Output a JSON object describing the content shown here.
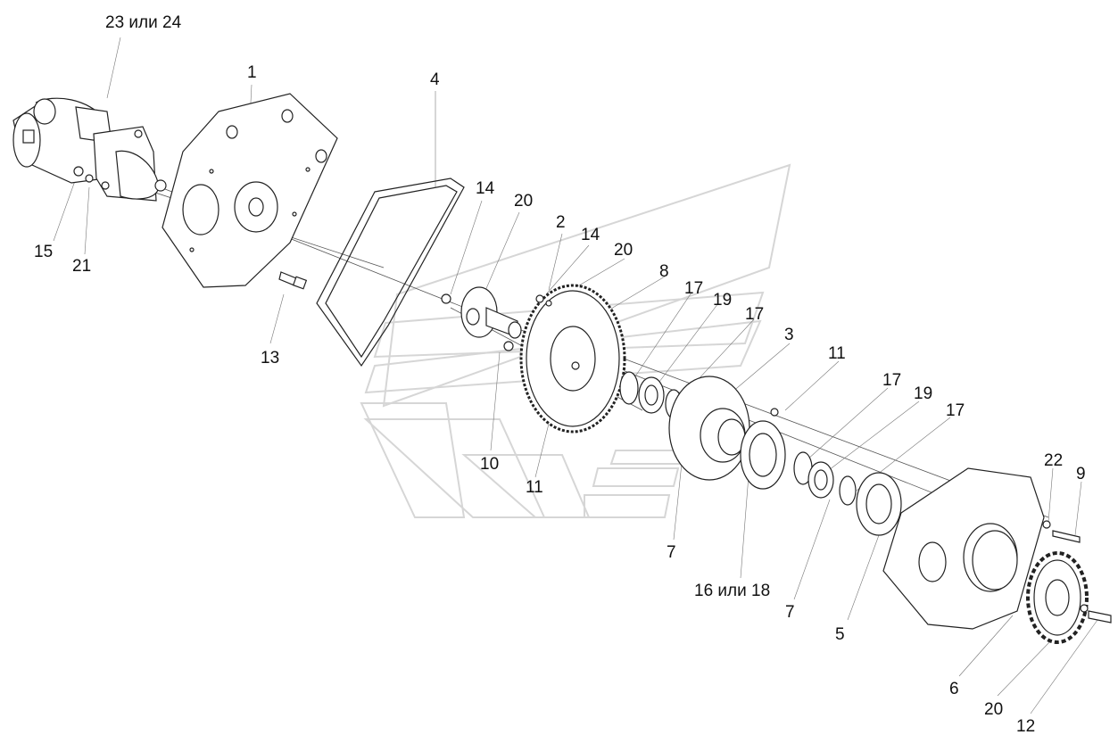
{
  "labels": [
    {
      "id": "l1",
      "text": "23 или 24"
    },
    {
      "id": "l2",
      "text": "1"
    },
    {
      "id": "l3",
      "text": "4"
    },
    {
      "id": "l4",
      "text": "14"
    },
    {
      "id": "l5",
      "text": "20"
    },
    {
      "id": "l6",
      "text": "2"
    },
    {
      "id": "l7",
      "text": "14"
    },
    {
      "id": "l8",
      "text": "20"
    },
    {
      "id": "l9",
      "text": "8"
    },
    {
      "id": "l10",
      "text": "17"
    },
    {
      "id": "l11",
      "text": "19"
    },
    {
      "id": "l12",
      "text": "17"
    },
    {
      "id": "l13",
      "text": "3"
    },
    {
      "id": "l14",
      "text": "11"
    },
    {
      "id": "l15",
      "text": "17"
    },
    {
      "id": "l16",
      "text": "19"
    },
    {
      "id": "l17",
      "text": "17"
    },
    {
      "id": "l18",
      "text": "22"
    },
    {
      "id": "l19",
      "text": "9"
    },
    {
      "id": "l20",
      "text": "15"
    },
    {
      "id": "l21",
      "text": "21"
    },
    {
      "id": "l22",
      "text": "13"
    },
    {
      "id": "l23",
      "text": "10"
    },
    {
      "id": "l24",
      "text": "11"
    },
    {
      "id": "l25",
      "text": "7"
    },
    {
      "id": "l26",
      "text": "16 или 18"
    },
    {
      "id": "l27",
      "text": "7"
    },
    {
      "id": "l28",
      "text": "5"
    },
    {
      "id": "l29",
      "text": "6"
    },
    {
      "id": "l30",
      "text": "20"
    },
    {
      "id": "l31",
      "text": "12"
    }
  ],
  "colors": {
    "line": "#222222",
    "watermark": "#d8d8d8",
    "background": "#ffffff"
  }
}
